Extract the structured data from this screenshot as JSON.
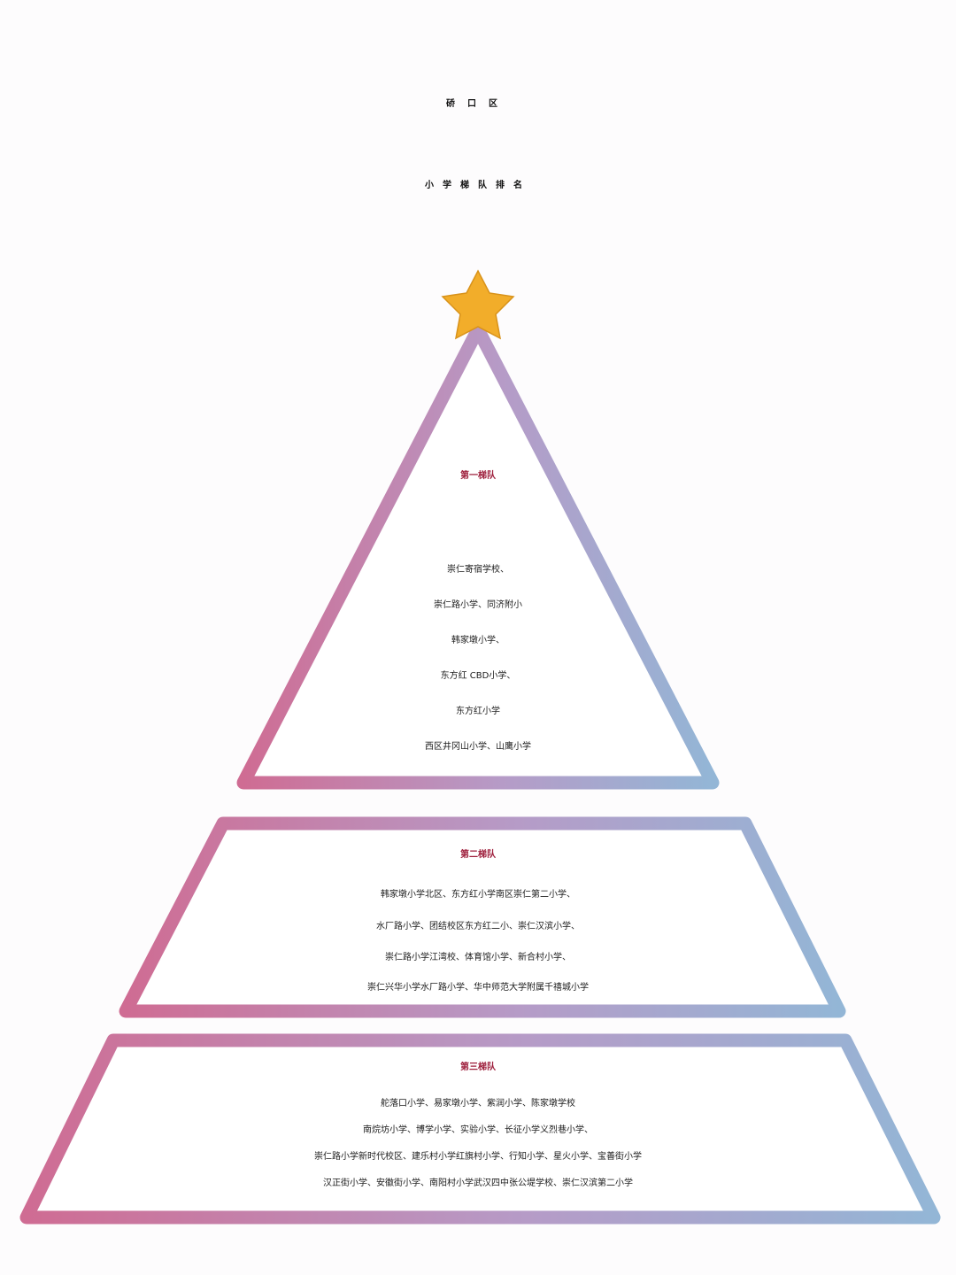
{
  "title": {
    "line1": "硚口区",
    "line2": "小学梯队排名"
  },
  "colors": {
    "star": "#f2ad2a",
    "border_left": "#cf6c93",
    "border_mid": "#b69bc7",
    "border_right": "#93b6d6",
    "heading": "#9e1f3c"
  },
  "tiers": [
    {
      "heading": "第一梯队",
      "lines": [
        "崇仁寄宿学校、",
        "崇仁路小学、同济附小",
        "韩家墩小学、",
        "东方红 CBD小学、",
        "东方红小学",
        "西区井冈山小学、山鹰小学"
      ]
    },
    {
      "heading": "第二梯队",
      "lines": [
        "韩家墩小学北区、东方红小学南区崇仁第二小学、",
        "水厂路小学、团结校区东方红二小、崇仁汉滨小学、",
        "崇仁路小学江湾校、体育馆小学、新合村小学、",
        "崇仁兴华小学水厂路小学、华中师范大学附属千禧城小学"
      ]
    },
    {
      "heading": "第三梯队",
      "lines": [
        "舵落口小学、易家墩小学、紫润小学、陈家墩学校",
        "南烷坊小学、博学小学、实验小学、长征小学义烈巷小学、",
        "崇仁路小学新时代校区、建乐村小学红旗村小学、行知小学、星火小学、宝善街小学",
        "汉正街小学、安徽街小学、南阳村小学武汉四中张公堤学校、崇仁汉滨第二小学"
      ]
    }
  ]
}
